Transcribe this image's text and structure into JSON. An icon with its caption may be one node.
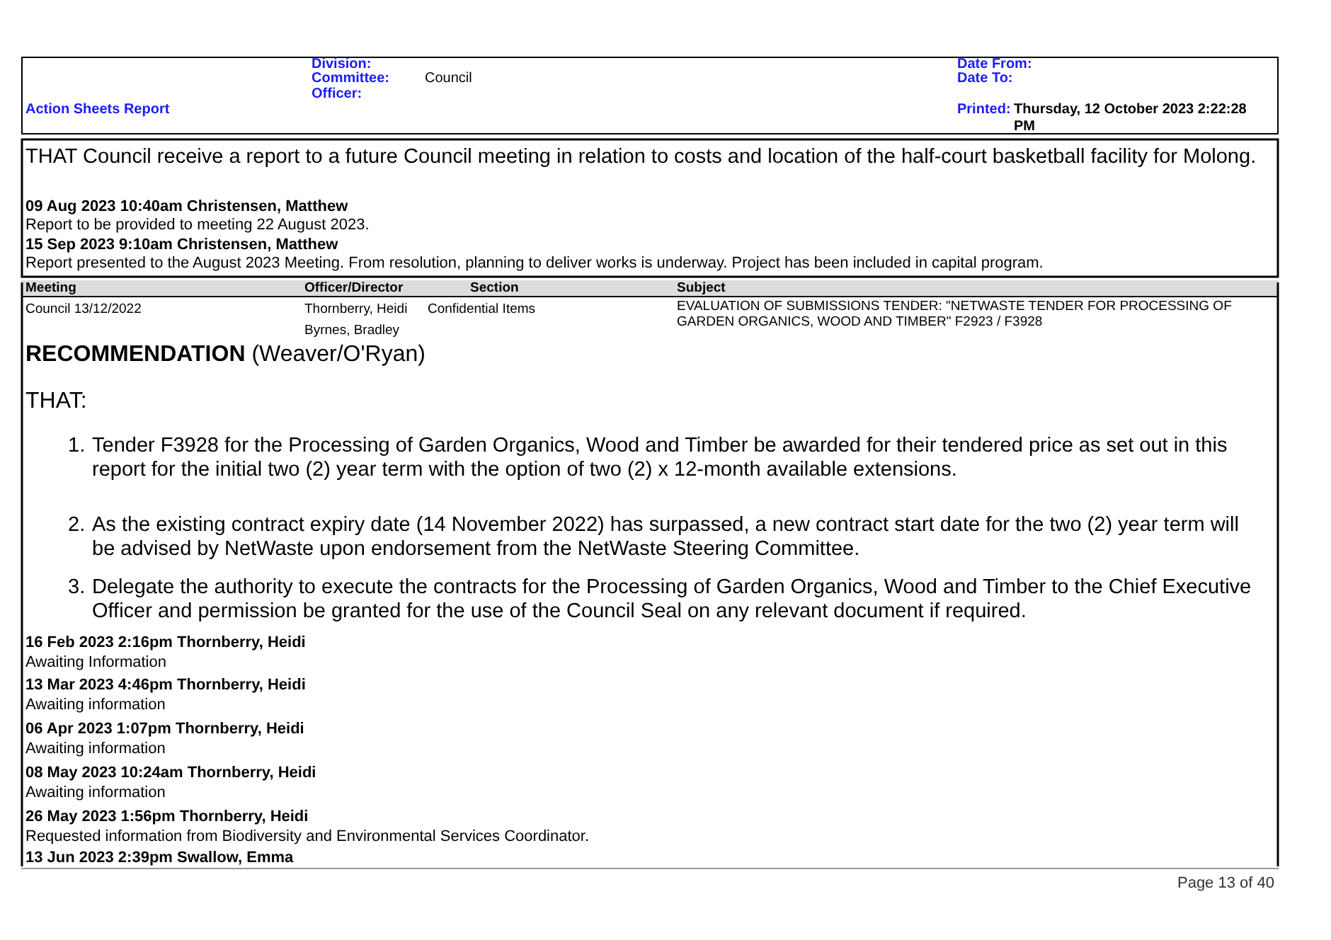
{
  "diagram": {
    "labels": [
      "Division:",
      "Committee:",
      "Council",
      "Officer:",
      "Date From:",
      "Date To:",
      "Action Sheets Report",
      "Printed:",
      "Thursday, 12 October 2023  2:22:28 PM",
      "THAT Council receive a report to a future Council meeting in relation to costs and location of the half-court basketball facility for Molong.",
      "09 Aug 2023 10:40am Christensen, Matthew",
      "Report to be provided to meeting 22 August 2023.",
      "15 Sep 2023 9:10am Christensen, Matthew",
      "Report presented to the August 2023 Meeting. From resolution, planning to deliver works is underway. Project has been included in capital program.",
      "Meeting",
      "Officer/Director",
      "Section",
      "Subject",
      "Council 13/12/2022",
      "Thornberry, Heidi",
      "Confidential Items",
      "EVALUATION OF SUBMISSIONS TENDER: \"NETWASTE TENDER FOR PROCESSING OF GARDEN ORGANICS, WOOD AND TIMBER\" F2923 / F3928",
      "Byrnes, Bradley",
      "**RECOMMENDATION** (Weaver/O'Ryan)",
      "THAT:",
      "1.",
      "Tender F3928 for the Processing of Garden Organics, Wood and Timber be awarded for their tendered price as set out in this report for the initial two (2) year term with the option of two (2) x 12-month available extensions.",
      "2.",
      "As the existing contract expiry date (14 November 2022) has surpassed, a new contract start date for the two (2) year term will be advised by NetWaste upon endorsement from the NetWaste Steering Committee.",
      "3.",
      "Delegate the authority to execute the contracts for the Processing of Garden Organics, Wood and Timber to the Chief Executive Officer and permission be granted for the use of the Council Seal on any relevant document if required.",
      "16 Feb 2023 2:16pm Thornberry, Heidi",
      "Awaiting Information",
      "13 Mar 2023 4:46pm Thornberry, Heidi",
      "Awaiting information",
      "06 Apr 2023 1:07pm Thornberry, Heidi",
      "Awaiting information",
      "08 May 2023 10:24am Thornberry, Heidi",
      "Awaiting information",
      "26 May 2023 1:56pm Thornberry, Heidi",
      "Requested information from Biodiversity and Environmental Services Coordinator.",
      "13 Jun 2023 2:39pm Swallow, Emma",
      "Page 13 of 40"
    ]
  }
}
